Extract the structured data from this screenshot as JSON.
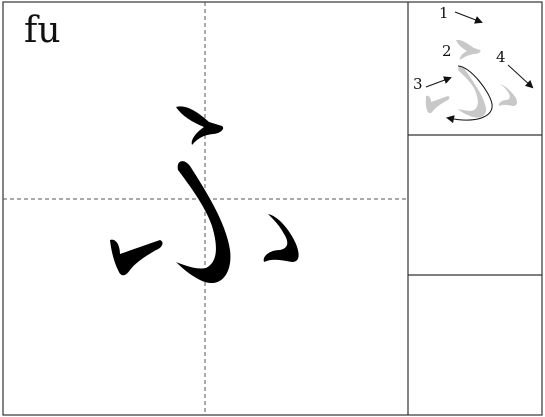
{
  "worksheet": {
    "romaji": "fu",
    "character": "ふ",
    "stroke_order": {
      "stroke_count": 4,
      "numbers": [
        "1",
        "2",
        "3",
        "4"
      ]
    }
  },
  "colors": {
    "grid_line": "#333333",
    "guide_line": "#555555",
    "glyph": "#000000",
    "order_glyph": "#c8c8c8",
    "arrow": "#111111"
  },
  "icons": {
    "stroke_arrow": "arrow-icon"
  }
}
